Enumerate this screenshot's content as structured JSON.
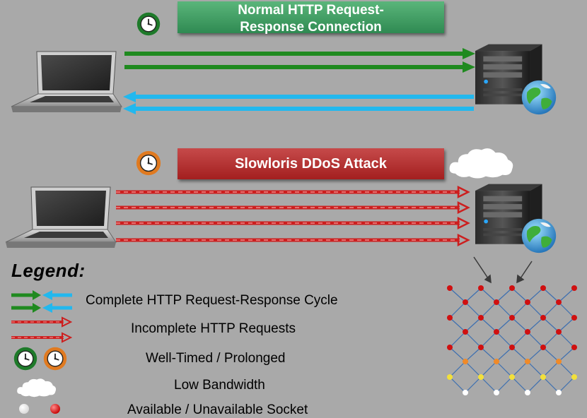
{
  "normal": {
    "title_line1": "Normal HTTP Request-",
    "title_line2": "Response Connection"
  },
  "attack": {
    "title": "Slowloris DDoS Attack"
  },
  "legend": {
    "title": "Legend:",
    "items": [
      {
        "text": "Complete HTTP Request-Response Cycle",
        "icon": "green-blue-arrows-icon"
      },
      {
        "text": "Incomplete HTTP Requests",
        "icon": "red-arrows-icon"
      },
      {
        "text": "Well-Timed / Prolonged",
        "icon": "clock-icons"
      },
      {
        "text": "Low Bandwidth",
        "icon": "cloud-icon"
      },
      {
        "text": "Available / Unavailable Socket",
        "icon": "socket-dots-icon"
      }
    ]
  },
  "colors": {
    "request": "#1f8a1f",
    "response": "#22b8ee",
    "incomplete": "#cc1f1f",
    "available": "#ffffff",
    "unavailable": "#d01010"
  }
}
